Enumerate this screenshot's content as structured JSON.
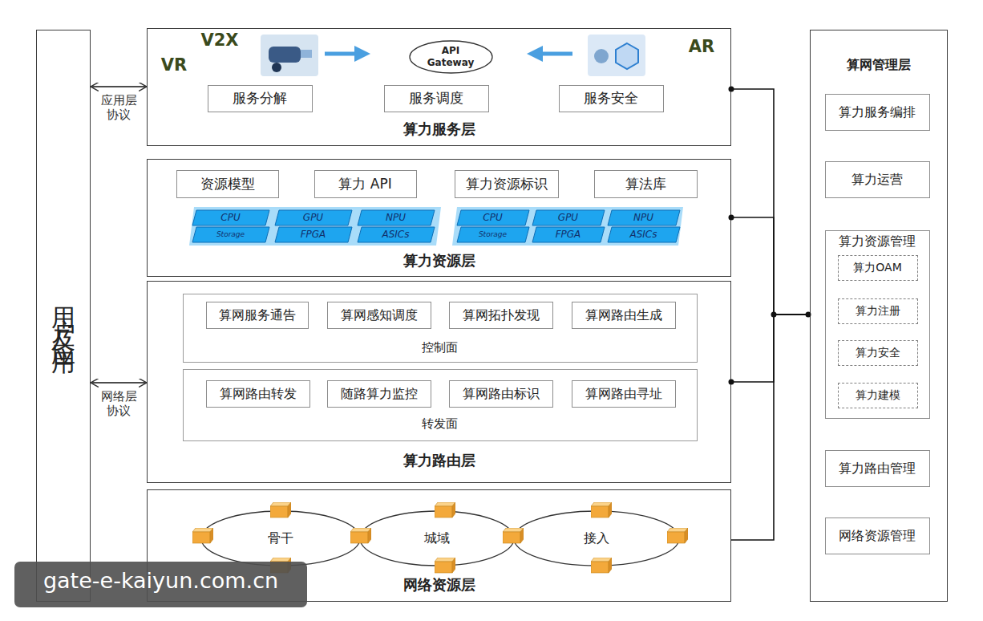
{
  "diagram": {
    "nodes": [
      {
        "text": [
          "用户及应用"
        ]
      },
      {
        "text": [
          "算力服务层"
        ]
      },
      {
        "text": [
          "API Gateway"
        ],
        "in": 1
      },
      {
        "text": [
          "服务分解"
        ],
        "in": 1
      },
      {
        "text": [
          "服务调度"
        ],
        "in": 1
      },
      {
        "text": [
          "服务安全"
        ],
        "in": 1
      },
      {
        "text": [
          "算力资源层"
        ]
      },
      {
        "text": [
          "资源模型"
        ],
        "in": 6
      },
      {
        "text": [
          "算力 API"
        ],
        "in": 6
      },
      {
        "text": [
          "算力资源标识"
        ],
        "in": 6
      },
      {
        "text": [
          "算法库"
        ],
        "in": 6
      },
      {
        "text": [
          "CPU"
        ],
        "in": 6
      },
      {
        "text": [
          "GPU"
        ],
        "in": 6
      },
      {
        "text": [
          "NPU"
        ],
        "in": 6
      },
      {
        "text": [
          "Storage"
        ],
        "in": 6
      },
      {
        "text": [
          "FPGA"
        ],
        "in": 6
      },
      {
        "text": [
          "ASICs"
        ],
        "in": 6
      },
      {
        "text": [
          "CPU"
        ],
        "in": 6
      },
      {
        "text": [
          "GPU"
        ],
        "in": 6
      },
      {
        "text": [
          "NPU"
        ],
        "in": 6
      },
      {
        "text": [
          "Storage"
        ],
        "in": 6
      },
      {
        "text": [
          "FPGA"
        ],
        "in": 6
      },
      {
        "text": [
          "ASICs"
        ],
        "in": 6
      },
      {
        "text": [
          "算力路由层"
        ]
      },
      {
        "text": [
          "控制面"
        ],
        "in": 23
      },
      {
        "text": [
          "算网服务通告"
        ],
        "in": 24
      },
      {
        "text": [
          "算网感知调度"
        ],
        "in": 24
      },
      {
        "text": [
          "算网拓扑发现"
        ],
        "in": 24
      },
      {
        "text": [
          "算网路由生成"
        ],
        "in": 24
      },
      {
        "text": [
          "转发面"
        ],
        "in": 23
      },
      {
        "text": [
          "算网路由转发"
        ],
        "in": 29
      },
      {
        "text": [
          "随路算力监控"
        ],
        "in": 29
      },
      {
        "text": [
          "算网路由标识"
        ],
        "in": 29
      },
      {
        "text": [
          "算网路由寻址"
        ],
        "in": 29
      },
      {
        "text": [
          "网络资源层"
        ]
      },
      {
        "text": [
          "骨干"
        ],
        "in": 34
      },
      {
        "text": [
          "城域"
        ],
        "in": 34
      },
      {
        "text": [
          "接入"
        ],
        "in": 34
      },
      {
        "text": [
          "算网管理层"
        ]
      },
      {
        "text": [
          "算力服务编排"
        ],
        "in": 38
      },
      {
        "text": [
          "算力运营"
        ],
        "in": 38
      },
      {
        "text": [
          "算力资源管理"
        ],
        "in": 38
      },
      {
        "text": [
          "算力OAM"
        ],
        "in": 41
      },
      {
        "text": [
          "算力注册"
        ],
        "in": 41
      },
      {
        "text": [
          "算力安全"
        ],
        "in": 41
      },
      {
        "text": [
          "算力建模"
        ],
        "in": 41
      },
      {
        "text": [
          "算力路由管理"
        ],
        "in": 38
      },
      {
        "text": [
          "网络资源管理"
        ],
        "in": 38
      }
    ],
    "edges": [
      {
        "from": 0,
        "to": 1,
        "arrow": "both",
        "label": "应用层协议"
      },
      {
        "from": 0,
        "to": 23,
        "arrow": "both",
        "label": "网络层协议"
      },
      {
        "from": 1,
        "to": 38,
        "arrow": "none"
      },
      {
        "from": 6,
        "to": 38,
        "arrow": "none"
      },
      {
        "from": 23,
        "to": 38,
        "arrow": "none"
      },
      {
        "from": 34,
        "to": 38,
        "arrow": "none"
      }
    ],
    "labels": [
      "V2X",
      "VR",
      "AR",
      "gate-e-kaiyun.com.cn"
    ]
  }
}
